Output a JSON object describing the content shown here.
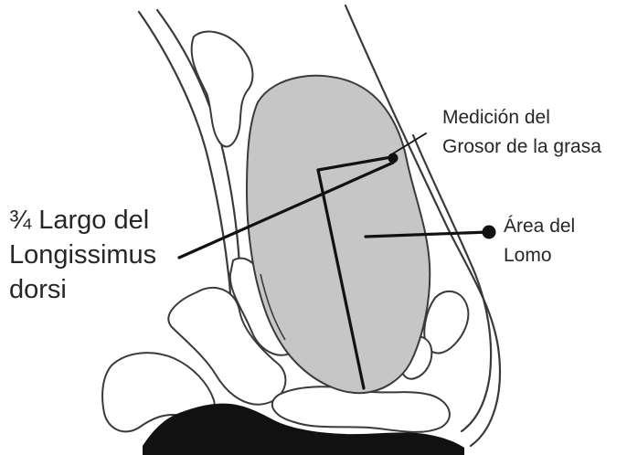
{
  "labels": {
    "fat_thickness": {
      "line1": "Medición del",
      "line2": "Grosor de la grasa"
    },
    "longissimus_length": {
      "line1": "¾ Largo del",
      "line2": "Longissimus",
      "line3": "dorsi"
    },
    "loin_area": {
      "line1": "Área del",
      "line2": "Lomo"
    }
  },
  "colors": {
    "outline": "#3a3a3a",
    "loin_fill": "#c6c6c6",
    "fat_region": "#111111",
    "pointer": "#111111",
    "label_text": "#262626",
    "background": "#ffffff"
  }
}
